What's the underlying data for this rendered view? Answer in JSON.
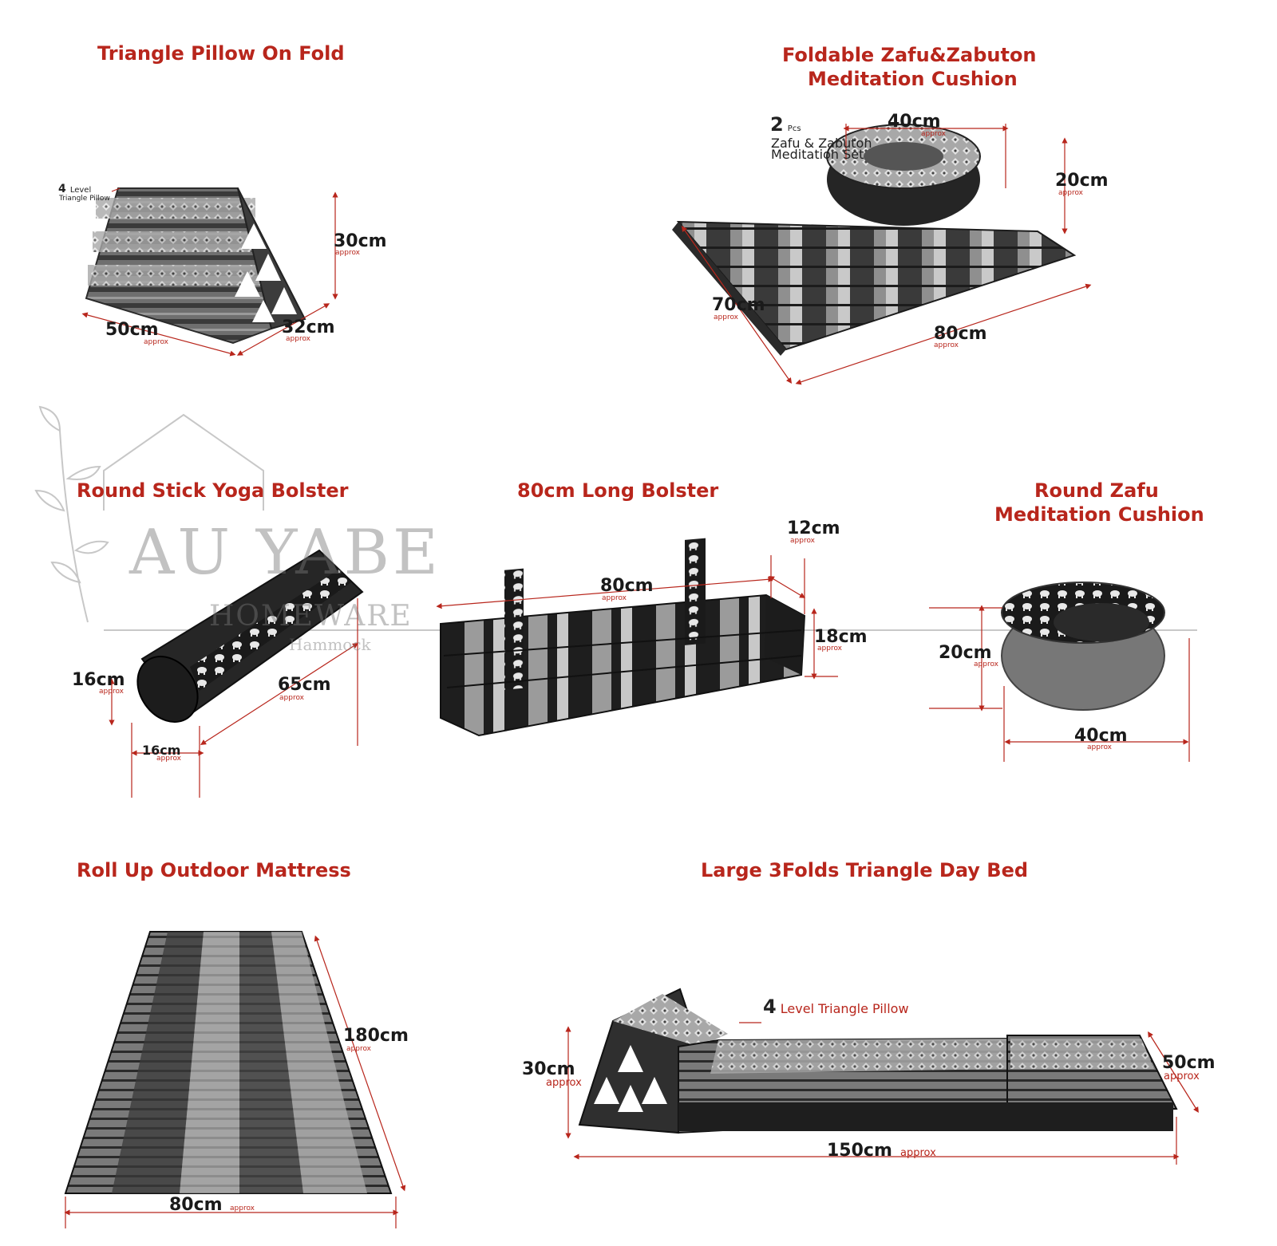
{
  "titles": {
    "triangle": "Triangle Pillow On Fold",
    "zafu_zabuton_1": "Foldable Zafu&Zabuton",
    "zafu_zabuton_2": "Meditation Cushion",
    "round_stick": "Round Stick Yoga Bolster",
    "long_bolster": "80cm Long Bolster",
    "round_zafu_1": "Round Zafu",
    "round_zafu_2": "Meditation Cushion",
    "mattress": "Roll Up Outdoor Mattress",
    "daybed": "Large 3Folds Triangle Day Bed"
  },
  "approx": "approx",
  "triangle": {
    "note_num": "4",
    "note_word": "Level",
    "note_sub": "Triangle Pillow",
    "height": "30cm",
    "length": "50cm",
    "depth": "32cm"
  },
  "zafu_set": {
    "note_num": "2",
    "note_word": "Pcs",
    "note_line2": "Zafu & Zabuton",
    "note_line3": "Meditation Set",
    "zafu_diameter": "40cm",
    "zafu_height": "20cm",
    "mat_depth": "70cm",
    "mat_width": "80cm"
  },
  "round_stick": {
    "diameter_a": "16cm",
    "diameter_b": "16cm",
    "length": "65cm"
  },
  "long_bolster": {
    "length": "80cm",
    "depth": "12cm",
    "height": "18cm"
  },
  "round_zafu": {
    "height": "20cm",
    "diameter": "40cm"
  },
  "mattress": {
    "length": "180cm",
    "width": "80cm"
  },
  "daybed": {
    "note_num": "4",
    "note_text": "Level Triangle Pillow",
    "pillow_height": "30cm",
    "width": "50cm",
    "length": "150cm"
  },
  "watermark": {
    "brand": "AU YABE",
    "line2": "HOMEWARE",
    "line3": "Hammock"
  },
  "colors": {
    "accent": "#b8261c",
    "dark": "#2b2b2b",
    "mid": "#8a8a8a",
    "light": "#c8c8c8"
  }
}
